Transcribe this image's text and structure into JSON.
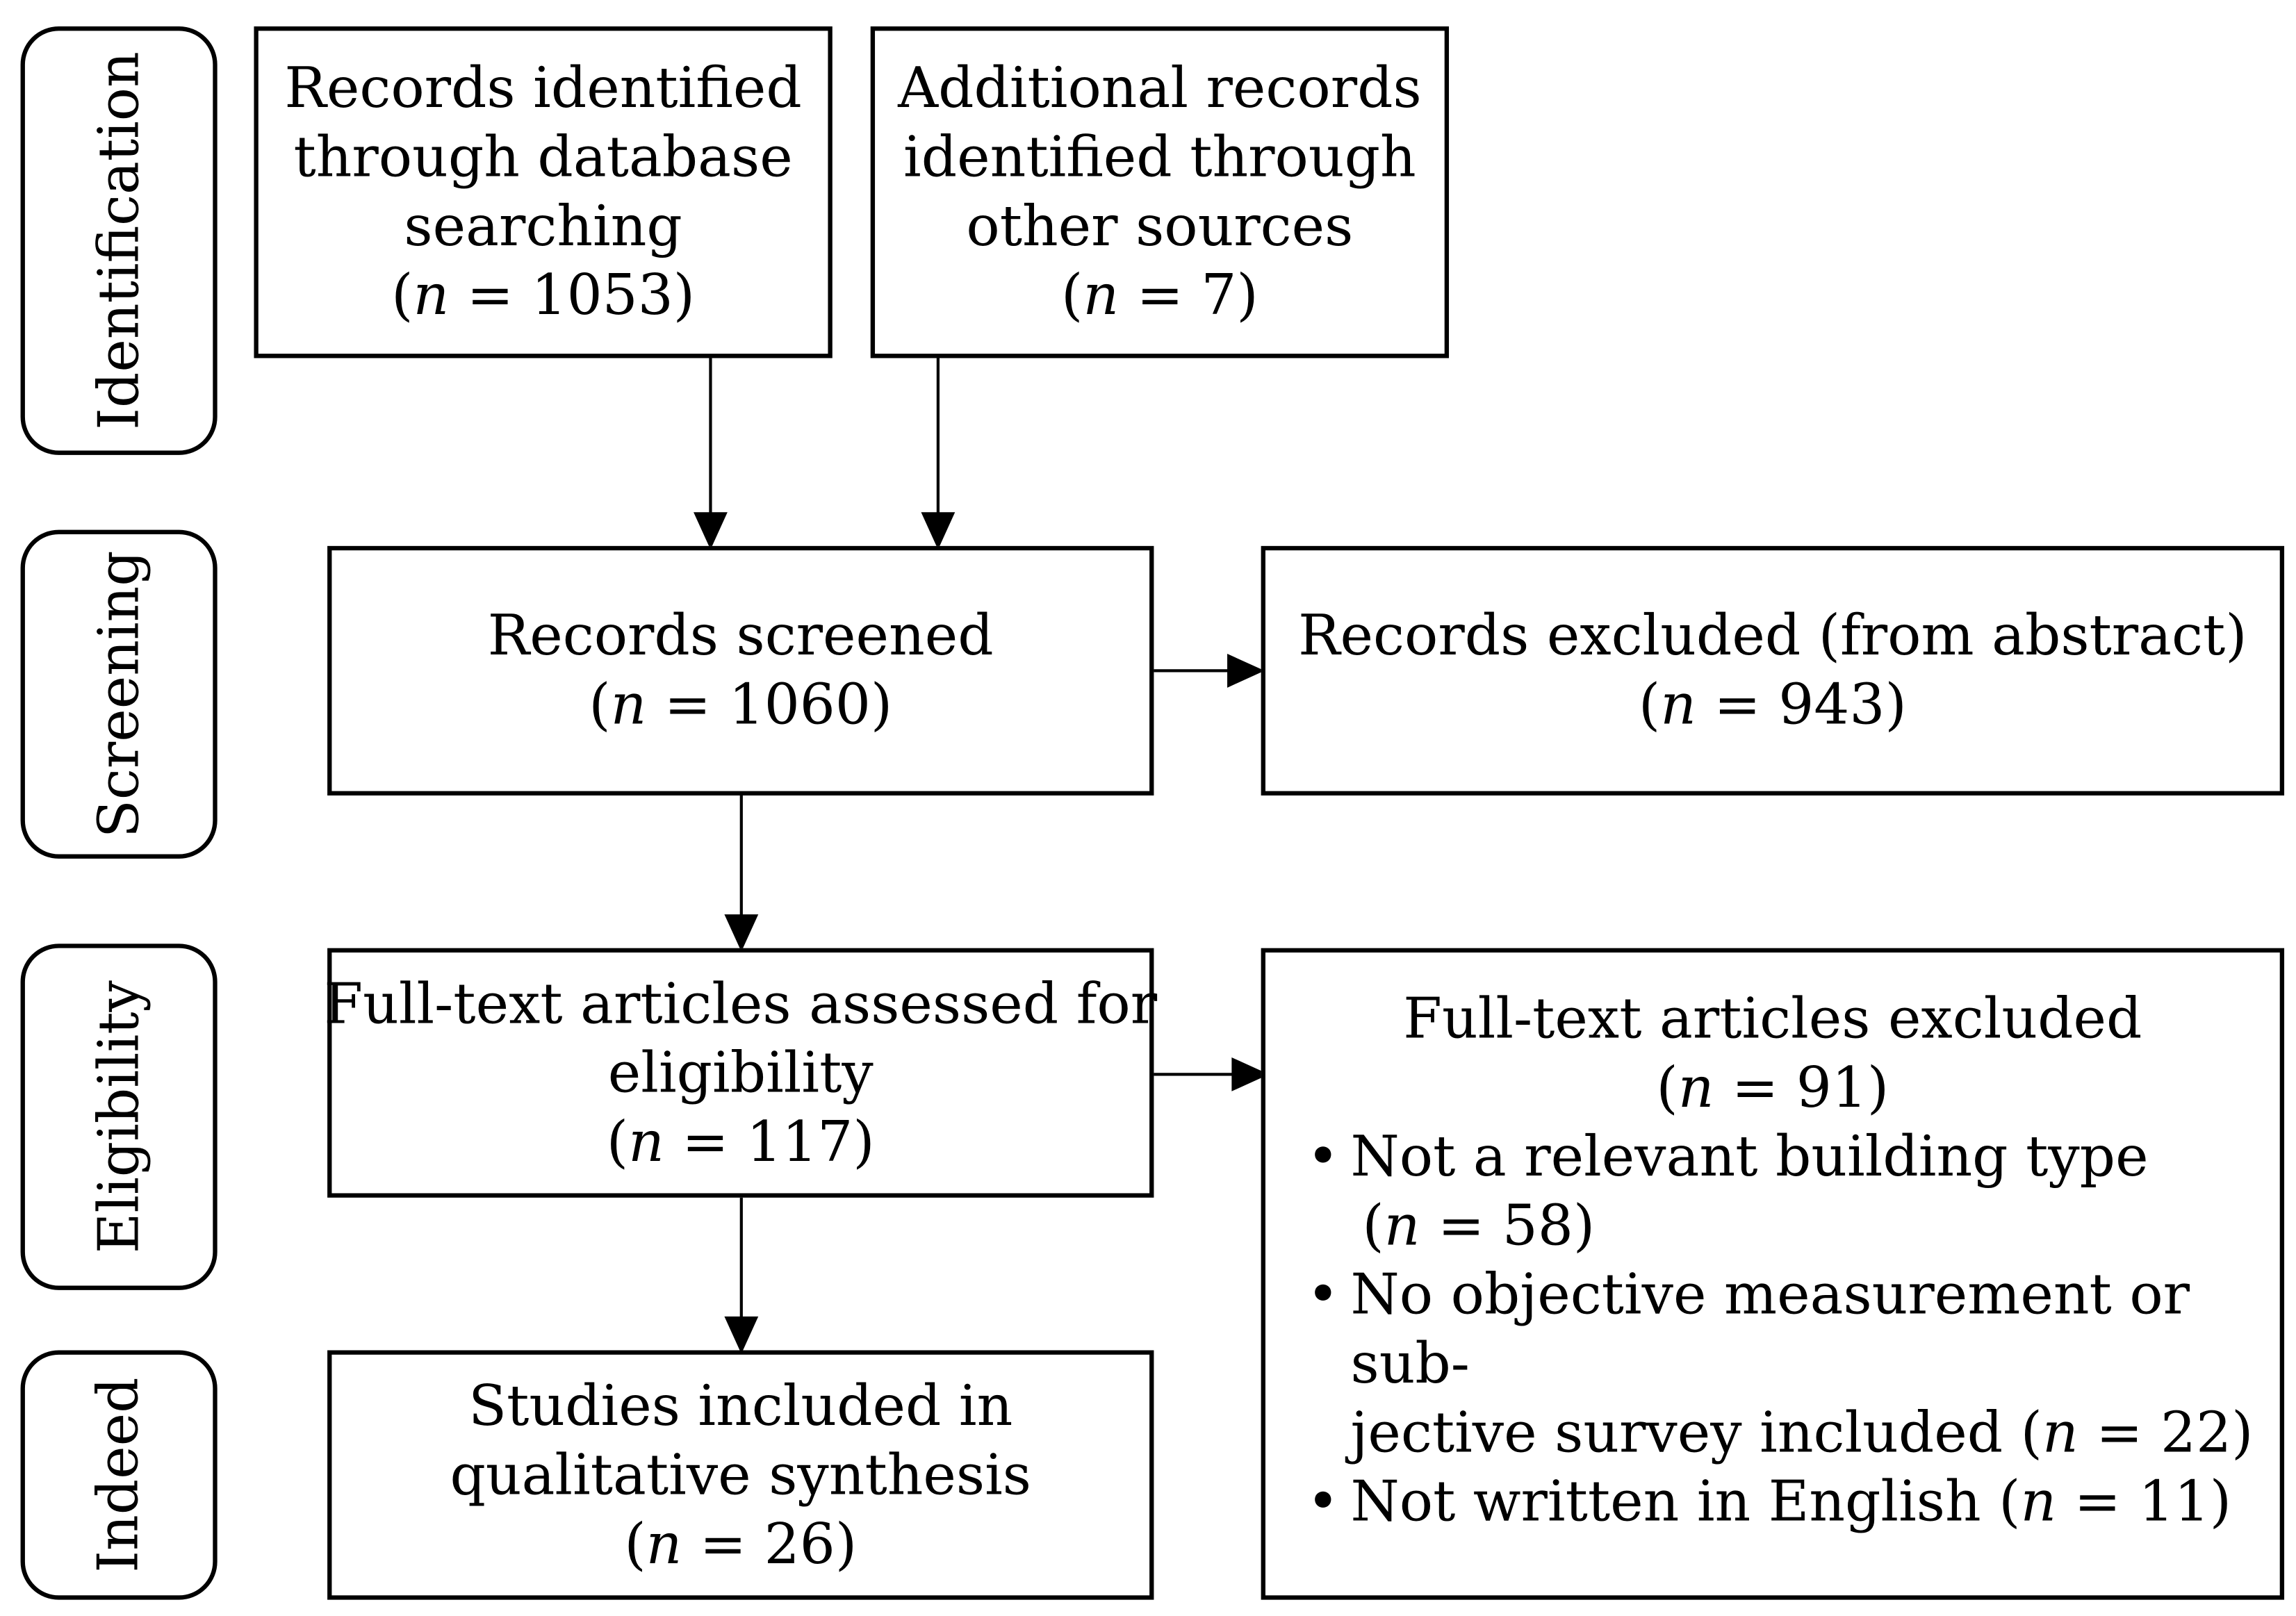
{
  "phases": {
    "identification": "Identification",
    "screening": "Screening",
    "eligibility": "Eligibility",
    "included": "Indeed"
  },
  "n_symbol": "n",
  "boxes": {
    "database": {
      "lines": [
        "Records identified",
        "through database",
        "searching"
      ],
      "n_prefix": "(",
      "n_suffix": " = 1053)"
    },
    "other_sources": {
      "lines": [
        "Additional records",
        "identified through",
        "other sources"
      ],
      "n_prefix": "(",
      "n_suffix": " = 7)"
    },
    "screened": {
      "lines": [
        "Records screened"
      ],
      "n_prefix": "(",
      "n_suffix": " = 1060)"
    },
    "excluded_abstract": {
      "lines": [
        "Records excluded (from abstract)"
      ],
      "n_prefix": "(",
      "n_suffix": " = 943)"
    },
    "assessed": {
      "lines": [
        "Full-text articles assessed for",
        "eligibility"
      ],
      "n_prefix": "(",
      "n_suffix": " = 117)"
    },
    "included": {
      "lines": [
        "Studies included in",
        "qualitative synthesis"
      ],
      "n_prefix": "(",
      "n_suffix": " = 26)"
    },
    "fulltext_excluded": {
      "title": "Full-text articles excluded",
      "n_prefix": "(",
      "n_suffix": " = 91)",
      "bullet_symbol": "•",
      "reasons": [
        {
          "line1": "Not a relevant building type",
          "line2_prefix": "(",
          "line2_suffix": " = 58)"
        },
        {
          "line1": "No objective measurement or sub-",
          "line2_text": "jective survey included (",
          "line2_suffix": " = 22)"
        },
        {
          "line1": "Not written in English (",
          "line1_suffix": " = 11)"
        }
      ]
    }
  }
}
